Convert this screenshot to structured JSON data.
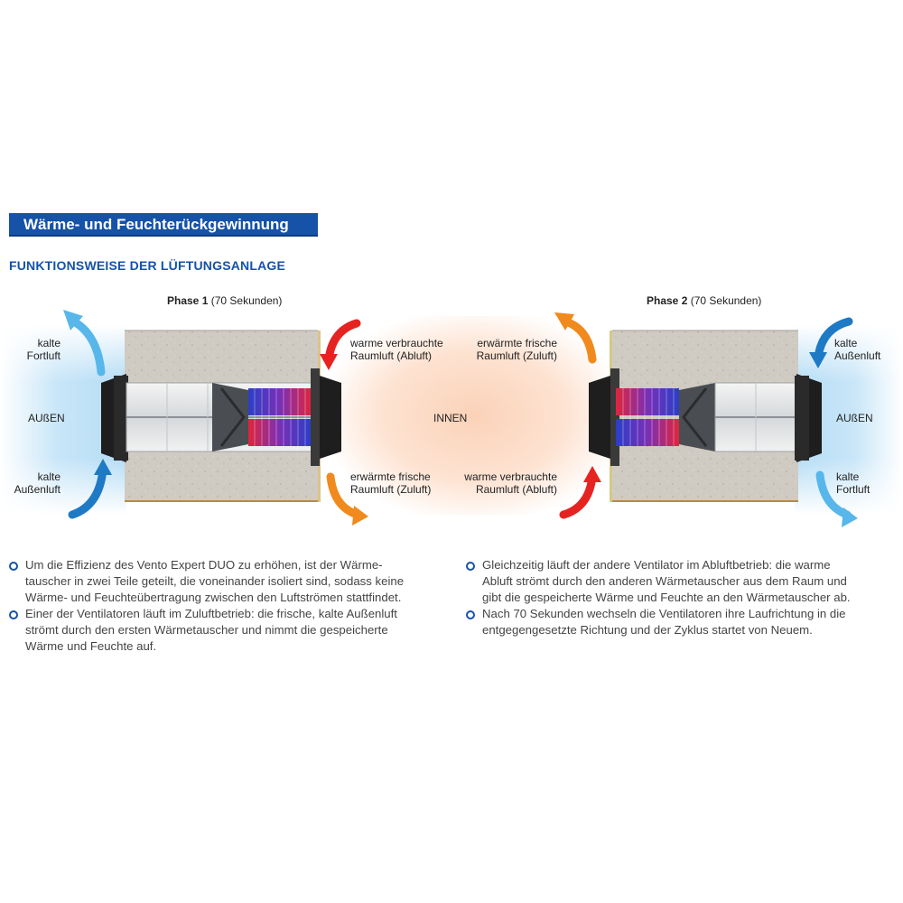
{
  "header": {
    "title": "Wärme- und Feuchterückgewinnung",
    "subtitle": "FUNKTIONSWEISE DER LÜFTUNGSANLAGE"
  },
  "phase1": {
    "label_bold": "Phase 1",
    "label_rest": " (70 Sekunden)",
    "outside_top": [
      "kalte",
      "Fortluft"
    ],
    "outside_mid": "AUßEN",
    "outside_bottom": [
      "kalte",
      "Außenluft"
    ],
    "inside_top": [
      "warme verbrauchte",
      "Raumluft (Abluft)"
    ],
    "inside_bottom": [
      "erwärmte frische",
      "Raumluft (Zuluft)"
    ]
  },
  "center_label": "INNEN",
  "phase2": {
    "label_bold": "Phase 2",
    "label_rest": " (70 Sekunden)",
    "inside_top": [
      "erwärmte frische",
      "Raumluft (Zuluft)"
    ],
    "inside_bottom": [
      "warme verbrauchte",
      "Raumluft (Abluft)"
    ],
    "outside_top": [
      "kalte",
      "Außenluft"
    ],
    "outside_mid": "AUßEN",
    "outside_bottom": [
      "kalte",
      "Fortluft"
    ]
  },
  "colors": {
    "brand_blue": "#1552a8",
    "cold_blue": "#2f8fd6",
    "warm_orange": "#f08a1c",
    "hot_red": "#e52421"
  },
  "bullets_left": [
    [
      "Um die Effizienz des Vento Expert DUO zu erhöhen, ist der Wärme-",
      "tauscher in zwei Teile geteilt, die voneinander isoliert sind, sodass keine",
      "Wärme- und Feuchteübertragung zwischen den Luftströmen stattfindet."
    ],
    [
      "Einer der Ventilatoren läuft im Zuluftbetrieb: die frische, kalte Außenluft",
      "strömt durch den ersten Wärmetauscher und nimmt die gespeicherte",
      "Wärme und Feuchte auf."
    ]
  ],
  "bullets_right": [
    [
      "Gleichzeitig läuft der andere Ventilator im Abluftbetrieb: die warme",
      "Abluft strömt durch den anderen Wärmetauscher aus dem Raum und",
      "gibt die gespeicherte Wärme und Feuchte an den Wärmetauscher ab."
    ],
    [
      "Nach 70 Sekunden wechseln die Ventilatoren ihre Laufrichtung in die",
      "entgegengesetzte Richtung und der Zyklus startet von Neuem."
    ]
  ]
}
